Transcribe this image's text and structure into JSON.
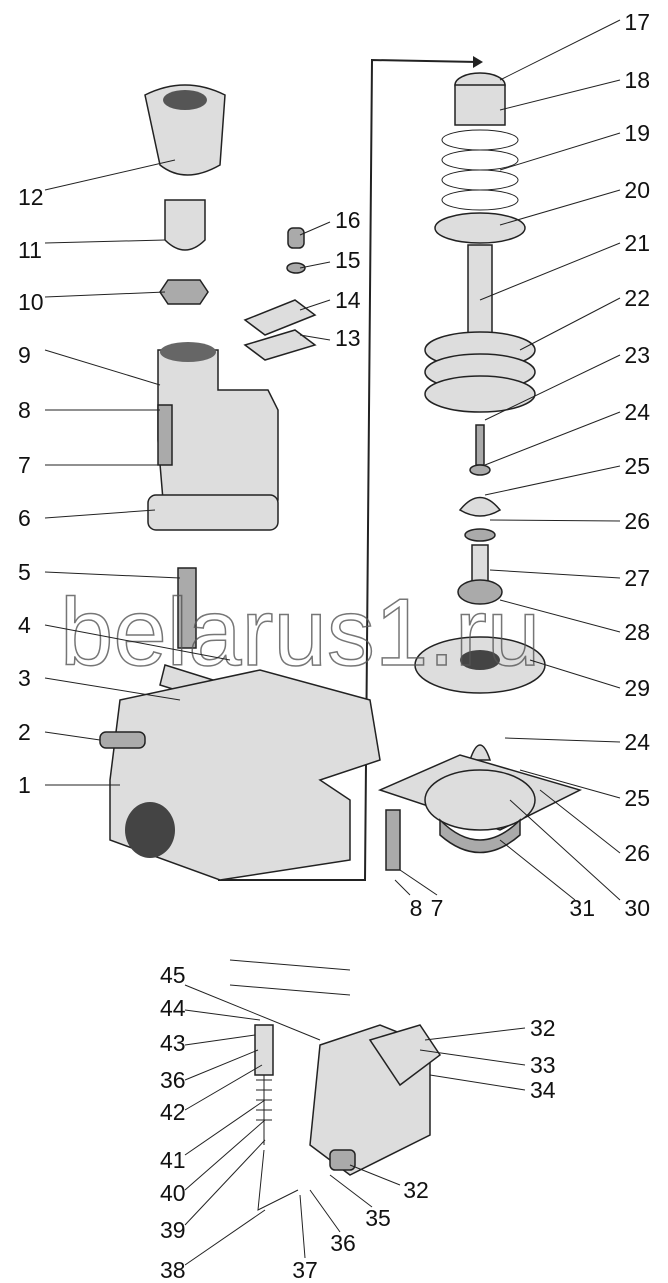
{
  "watermark": "belarus1.ru",
  "labels": [
    "12",
    "11",
    "10",
    "9",
    "8",
    "7",
    "6",
    "5",
    "4",
    "3",
    "2",
    "1",
    "16",
    "15",
    "14",
    "13",
    "17",
    "18",
    "19",
    "20",
    "21",
    "22",
    "23",
    "24",
    "25",
    "26",
    "27",
    "28",
    "29",
    "24",
    "25",
    "26",
    "30",
    "31",
    "7",
    "8",
    "45",
    "44",
    "43",
    "36",
    "42",
    "41",
    "40",
    "39",
    "38",
    "37",
    "36",
    "35",
    "32",
    "32",
    "33",
    "34"
  ]
}
